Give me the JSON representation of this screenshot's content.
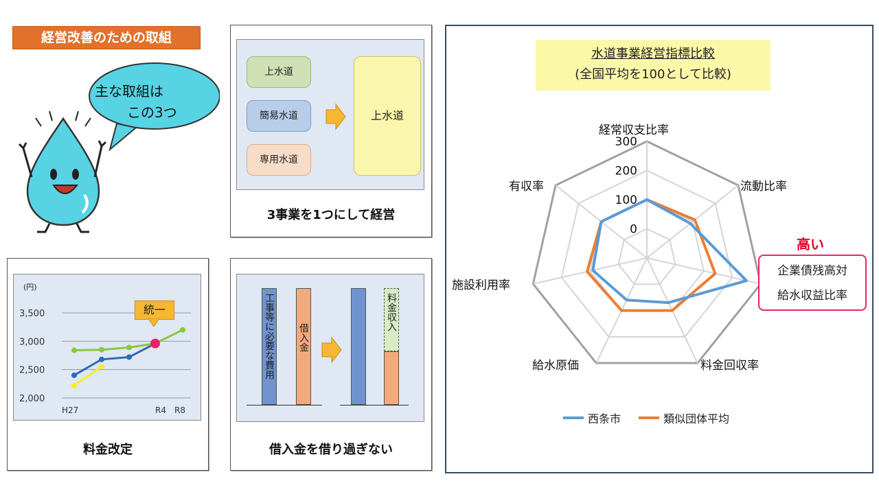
{
  "left": {
    "section_title": "経営改善のための取組",
    "speech_line1": "主な取組は",
    "speech_line2": "この3つ"
  },
  "panel_merge": {
    "items": [
      "上水道",
      "簡易水道",
      "専用水道"
    ],
    "result": "上水道",
    "caption": "3事業を1つにして経営",
    "colors": [
      "#cfe0b4",
      "#b7cde8",
      "#f7dcc8",
      "#fbf6ad"
    ]
  },
  "panel_rate": {
    "caption": "料金改定",
    "unit_label": "(円)",
    "badge": "統一",
    "chart": {
      "type": "line",
      "x_labels": [
        "H27",
        "R4",
        "R8"
      ],
      "ylim": [
        2000,
        3500
      ],
      "yticks": [
        "3,500",
        "3,000",
        "2,500",
        "2,000"
      ],
      "series": [
        {
          "color": "#2e6bb2",
          "values": [
            2400,
            2680,
            2720,
            2960
          ]
        },
        {
          "color": "#f5ee2a",
          "values": [
            2220,
            2550
          ]
        },
        {
          "color": "#8cc63f",
          "values": [
            2840,
            2850,
            2890,
            2960,
            3200
          ]
        }
      ]
    }
  },
  "panel_borrow": {
    "caption": "借入金を借り過ぎない",
    "bar1": "工事等に必要な費用",
    "bar2": "借入金",
    "bar3": "料金収入"
  },
  "chart_data": {
    "type": "radar",
    "title": "水道事業経営指標比較",
    "subtitle": "(全国平均を100として比較)",
    "axes": [
      "経常収支比率",
      "流動比率",
      "企業債残高対給水収益比率",
      "料金回収率",
      "給水原価",
      "施設利用率",
      "有収率"
    ],
    "rticks": [
      "300",
      "200",
      "100",
      "0"
    ],
    "rlim": [
      -100,
      300
    ],
    "series": [
      {
        "name": "西条市",
        "color": "#5b9bd5",
        "values": [
          100,
          90,
          250,
          70,
          60,
          90,
          100
        ]
      },
      {
        "name": "類似団体平均",
        "color": "#ed7d31",
        "values": [
          100,
          110,
          140,
          100,
          100,
          110,
          100
        ]
      }
    ],
    "highlight": {
      "label": "高い",
      "line1": "企業債残高対",
      "line2": "給水収益比率"
    }
  }
}
